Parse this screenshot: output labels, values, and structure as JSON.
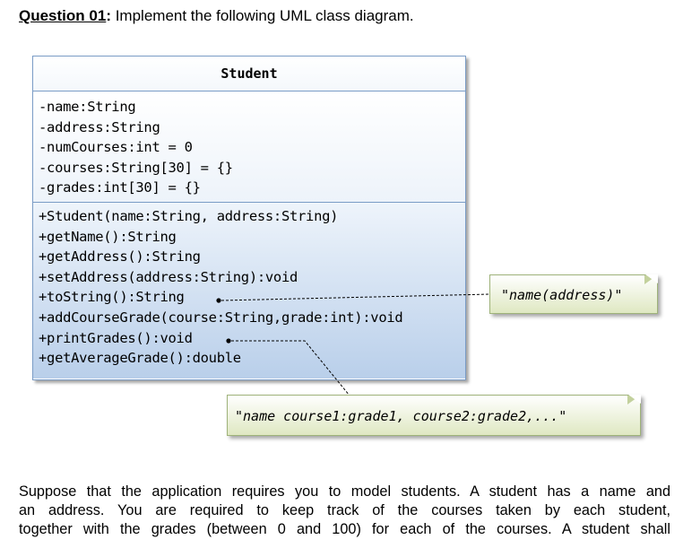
{
  "question": {
    "label": "Question 01",
    "colon": ":",
    "text": " Implement the following UML class diagram."
  },
  "uml_class": {
    "name": "Student",
    "attributes": [
      "-name:String",
      "-address:String",
      "-numCourses:int = 0",
      "-courses:String[30] = {}",
      "-grades:int[30] = {}"
    ],
    "methods": [
      "+Student(name:String, address:String)",
      "+getName():String",
      "+getAddress():String",
      "+setAddress(address:String):void",
      "+toString():String",
      "+addCourseGrade(course:String,grade:int):void",
      "+printGrades():void",
      "+getAverageGrade():double"
    ]
  },
  "notes": [
    {
      "text": "\"name(address)\""
    },
    {
      "text": "\"name course1:grade1, course2:grade2,...\""
    }
  ],
  "paragraph": {
    "lines": [
      "Suppose that the application requires you to model students. A student has a name and",
      "an address. You are required to keep track of the courses taken by each student,",
      "together with the grades (between 0 and 100) for each of the courses. A student shall"
    ]
  },
  "colors": {
    "class_border": "#7a9cc6",
    "methods_fill": "#b9cfea",
    "note_fill": "#dfe8c2",
    "note_border": "#9fb37a"
  }
}
